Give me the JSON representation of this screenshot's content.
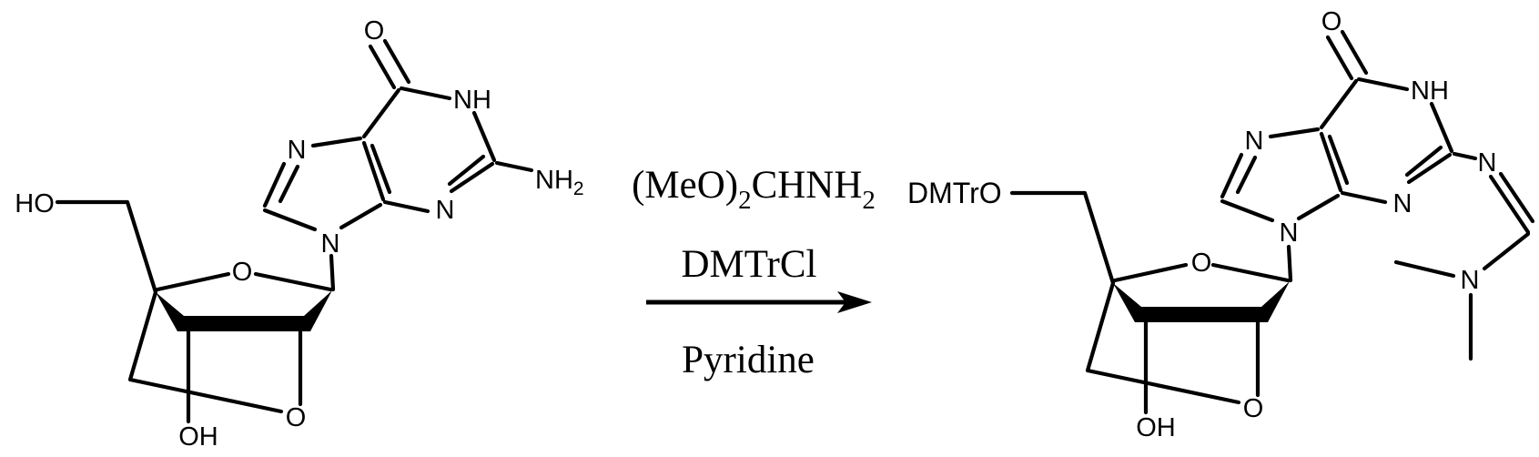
{
  "colors": {
    "ink": "#000000",
    "background": "#ffffff"
  },
  "reaction": {
    "above_arrow": {
      "formamidine_p1": "(MeO)",
      "formamidine_s1": "2",
      "formamidine_p2": "CHNH",
      "formamidine_s2": "2",
      "second_reagent": "DMTrCl"
    },
    "below_arrow": {
      "solvent": "Pyridine"
    }
  },
  "left_molecule": {
    "labels": {
      "hydroxymethyl": "HO",
      "carbonyl_oxygen": "O",
      "n1h": "NH",
      "amine": "NH",
      "amine_sub": "2",
      "n7": "N",
      "n3": "N",
      "n9": "N",
      "ring_oxygen": "O",
      "bridge_oxygen": "O",
      "hydroxyl": "OH"
    }
  },
  "right_molecule": {
    "labels": {
      "dmtro": "DMTrO",
      "carbonyl_oxygen": "O",
      "n1h": "NH",
      "n7": "N",
      "n3": "N",
      "n9": "N",
      "amidine_n": "N",
      "dimethylamino_n": "N",
      "ring_oxygen": "O",
      "bridge_oxygen": "O",
      "hydroxyl": "OH"
    }
  }
}
